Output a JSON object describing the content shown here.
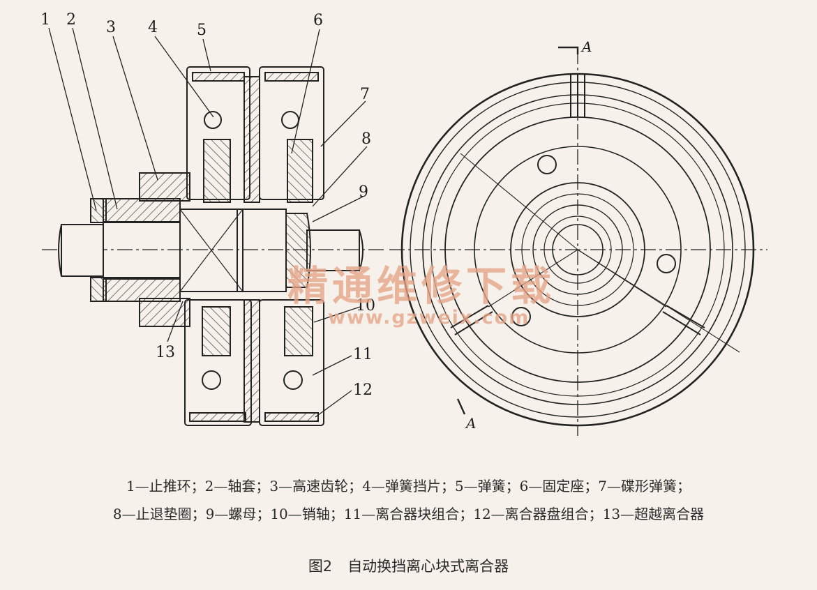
{
  "callouts": [
    "1",
    "2",
    "3",
    "4",
    "5",
    "6",
    "7",
    "8",
    "9",
    "10",
    "11",
    "12",
    "13"
  ],
  "section_marks": [
    "A",
    "A"
  ],
  "watermark": {
    "text": "精通维修下载",
    "url": "www.gzweix.com"
  },
  "legend": {
    "line1": "1—止推环；2—轴套；3—高速齿轮；4—弹簧挡片；5—弹簧；6—固定座；7—碟形弹簧；",
    "line2": "8—止退垫圈；9—螺母；10—销轴；11—离合器块组合；12—离合器盘组合；13—超越离合器"
  },
  "caption": {
    "figure_no": "图2",
    "title": "自动换挡离心块式离合器"
  }
}
